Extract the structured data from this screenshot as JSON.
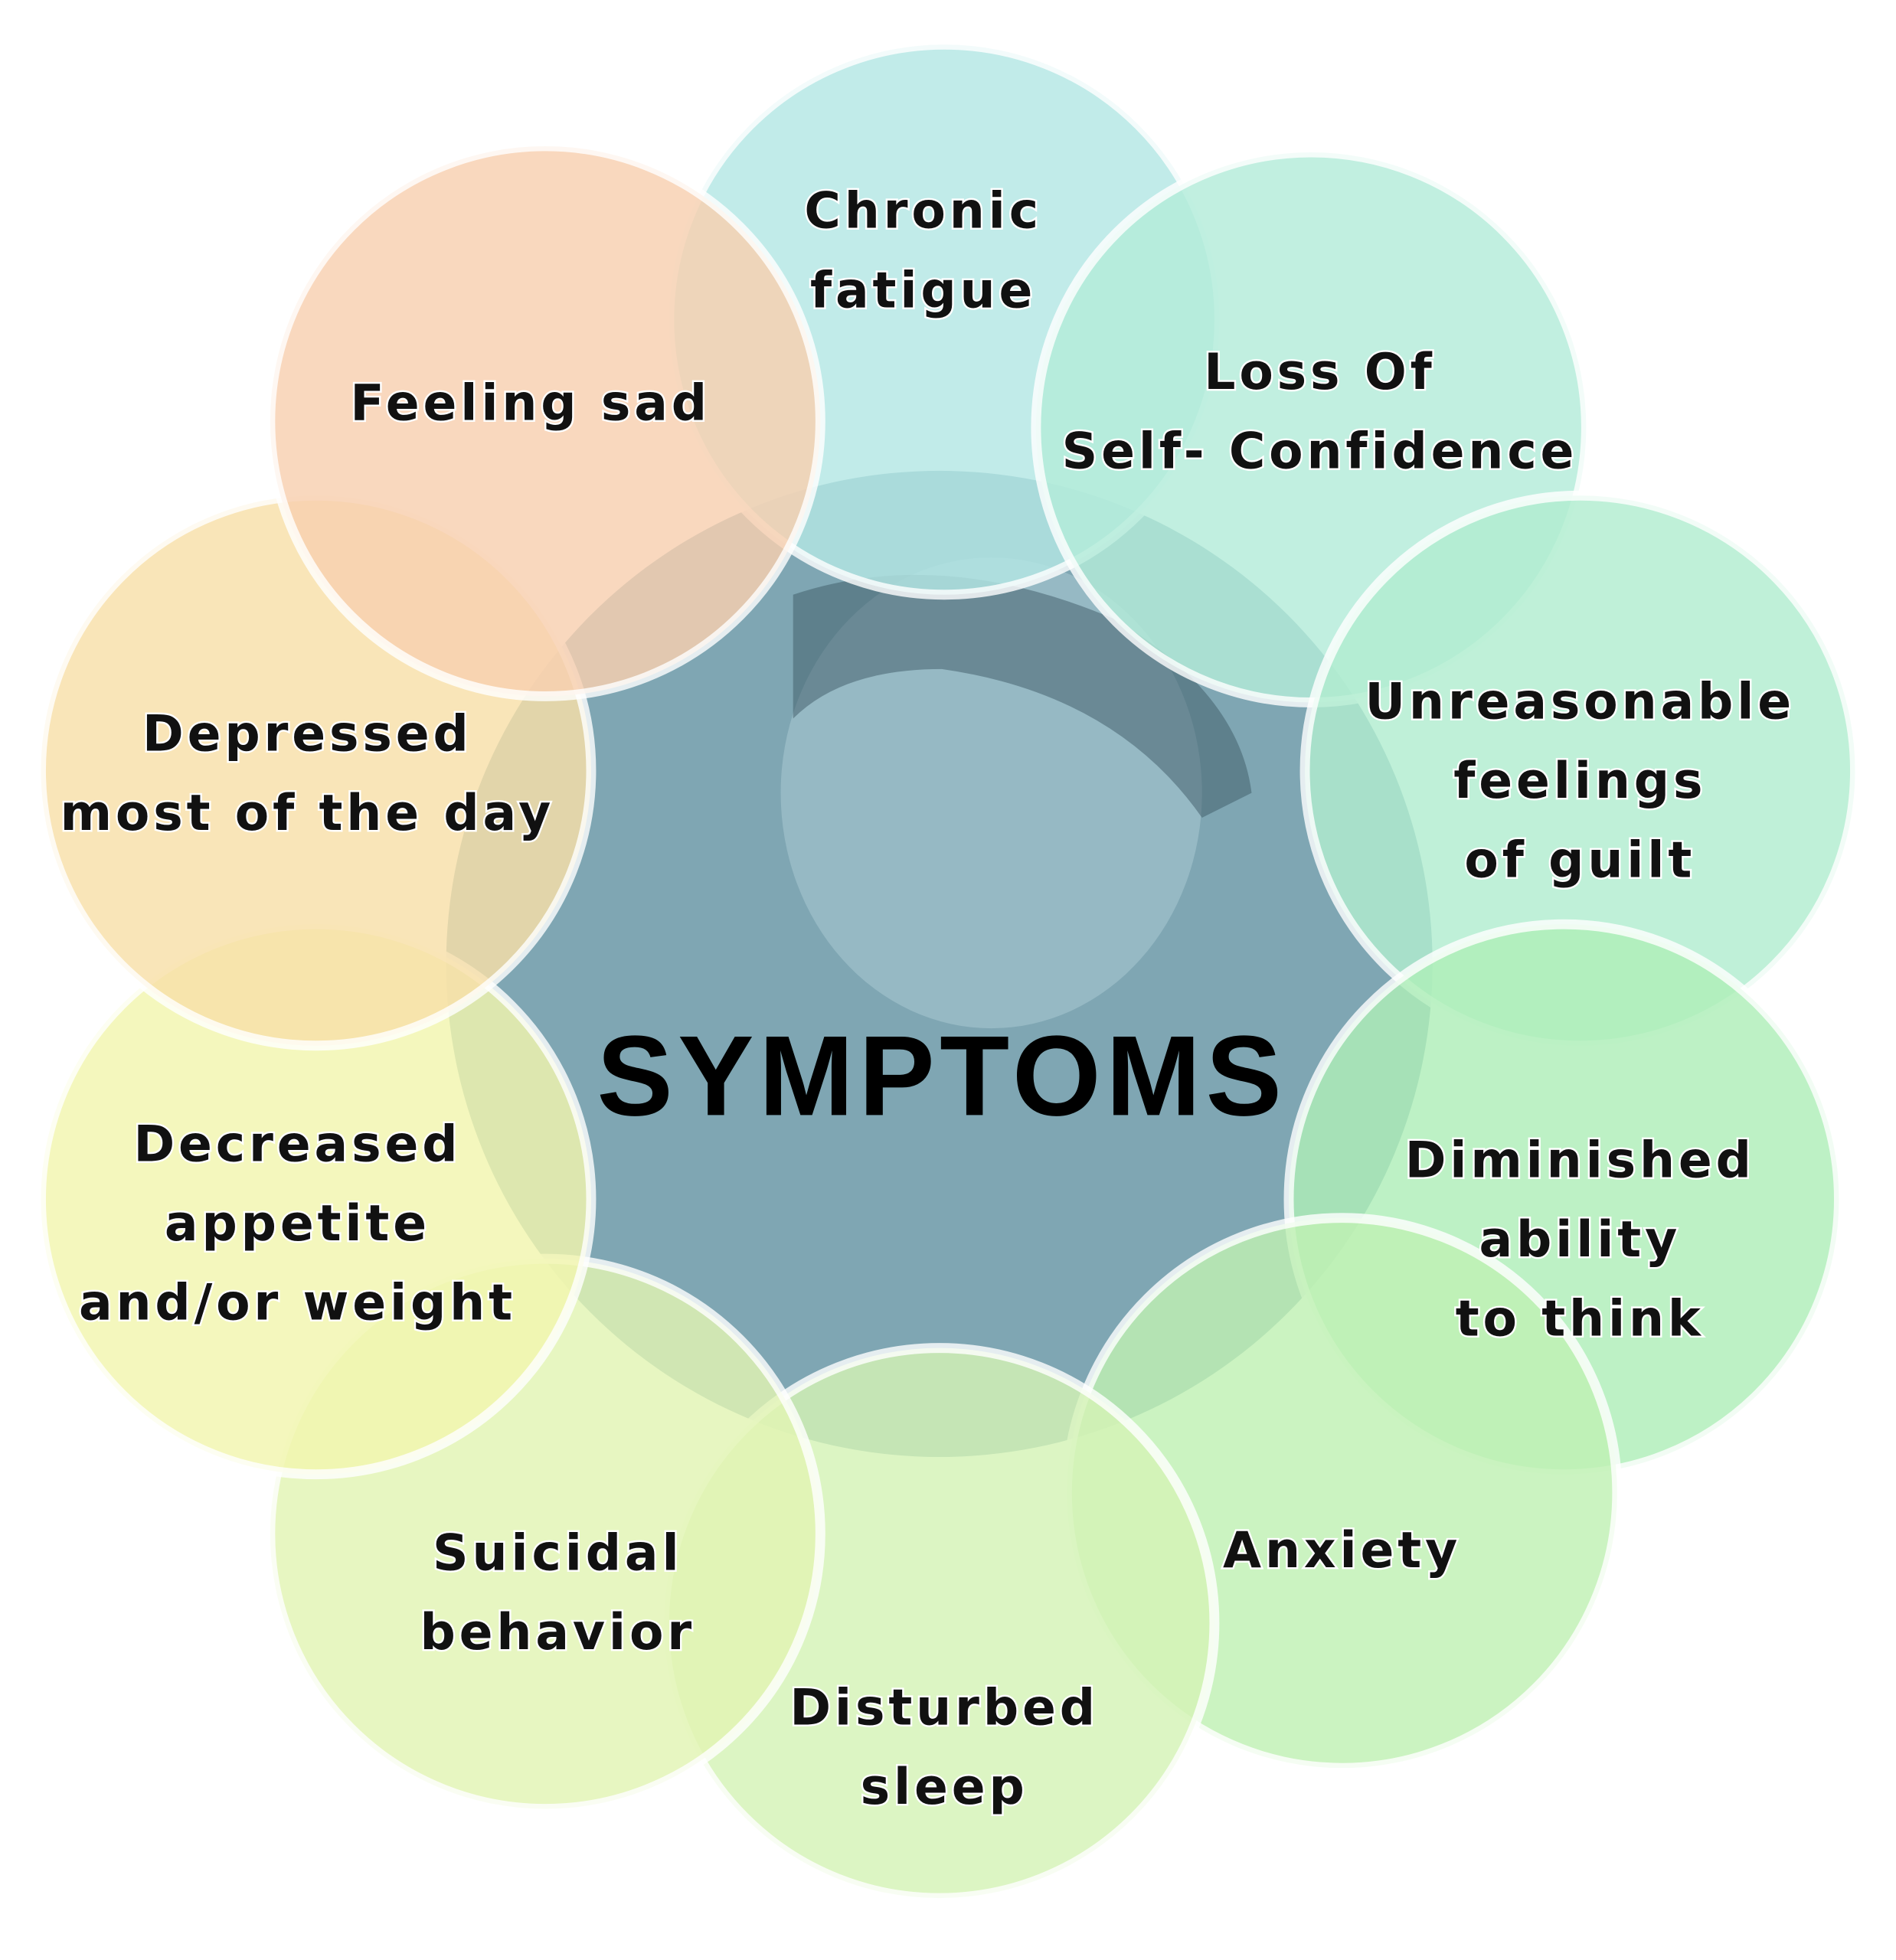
{
  "title": "SYMPTOMS",
  "center_color": "#7fa6b3",
  "symptoms": [
    {
      "lines": [
        "Chronic",
        "fatigue"
      ],
      "color": "#b3e6e4"
    },
    {
      "lines": [
        "Loss Of",
        "Self- Confidence"
      ],
      "color": "#b3ecd9"
    },
    {
      "lines": [
        "Unreasonable",
        "feelings",
        "of guilt"
      ],
      "color": "#b1edd0"
    },
    {
      "lines": [
        "Diminished",
        "ability",
        "to think"
      ],
      "color": "#aeeeb8"
    },
    {
      "lines": [
        "Anxiety"
      ],
      "color": "#c0f0b3"
    },
    {
      "lines": [
        "Disturbed",
        "sleep"
      ],
      "color": "#d4f3b6"
    },
    {
      "lines": [
        "Suicidal",
        "behavior"
      ],
      "color": "#e2f4b3"
    },
    {
      "lines": [
        "Decreased",
        "appetite",
        "and/or weight"
      ],
      "color": "#f2f5ae"
    },
    {
      "lines": [
        "Depressed",
        "most of the day"
      ],
      "color": "#f8dfa8"
    },
    {
      "lines": [
        "Feeling sad"
      ],
      "color": "#f8d0b0"
    }
  ]
}
